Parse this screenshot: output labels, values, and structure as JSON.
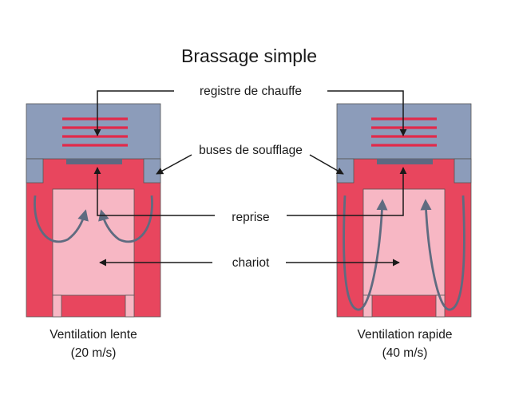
{
  "title": "Brassage simple",
  "labels": {
    "registre": "registre de chauffe",
    "buses": "buses de soufflage",
    "reprise": "reprise",
    "chariot": "chariot"
  },
  "captions": {
    "left_line1": "Ventilation lente",
    "left_line2": "(20 m/s)",
    "right_line1": "Ventilation rapide",
    "right_line2": "(40 m/s)"
  },
  "colors": {
    "housing": "#8c9cba",
    "chamber": "#e8465e",
    "cart": "#f7b7c4",
    "heater": "#e22a4a",
    "airflow": "#5f6b80",
    "leader": "#1a1a1a"
  }
}
